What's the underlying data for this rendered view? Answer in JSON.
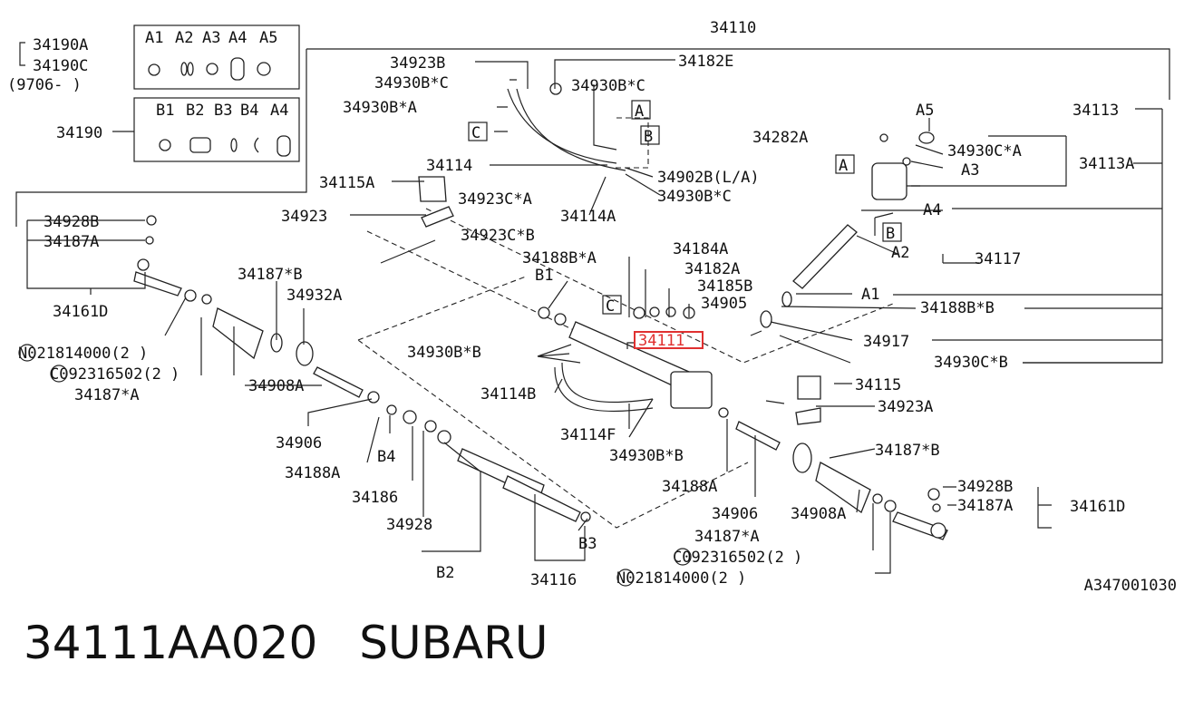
{
  "diagram": {
    "labels": [
      "34110",
      "34190A",
      "34190C",
      "(9706-    )",
      "34190",
      "A1",
      "A2",
      "A3",
      "A4",
      "A5",
      "B1",
      "B2",
      "B3",
      "B4",
      "A4",
      "34923B",
      "34182E",
      "34930B*C",
      "34930B*C",
      "34930B*A",
      "34115A",
      "34114",
      "34923C*A",
      "34923",
      "34114A",
      "34923C*B",
      "34902B(L/A)",
      "34930B*C",
      "34113",
      "A5",
      "34282A",
      "34930C*A",
      "A3",
      "34113A",
      "A4",
      "34928B",
      "34187A",
      "34161D",
      "34187*B",
      "34932A",
      "34188B*A",
      "34184A",
      "34182A",
      "34185B",
      "34905",
      "B1",
      "A2",
      "34117",
      "A1",
      "34188B*B",
      "N021814000(2 )",
      "C092316502(2 )",
      "34187*A",
      "34930B*B",
      "34917",
      "34930C*B",
      "34908A",
      "34114B",
      "34115",
      "34923A",
      "34114F",
      "34930B*B",
      "34906",
      "34187*B",
      "34188A",
      "B4",
      "34186",
      "34928",
      "B2",
      "34188A",
      "34906",
      "34908A",
      "34928B",
      "34187A",
      "34161D",
      "B3",
      "34116",
      "34187*A",
      "C092316502(2 )",
      "N021814000(2 )",
      "A",
      "B",
      "C",
      "A",
      "B",
      "C",
      "34111"
    ],
    "highlighted_part": "34111",
    "diagram_code": "A347001030"
  },
  "footer": {
    "part_number": "34111AA020",
    "brand": "SUBARU"
  }
}
